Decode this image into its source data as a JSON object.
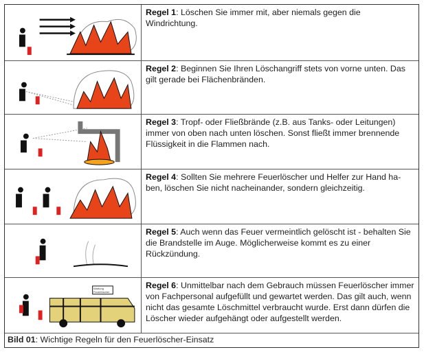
{
  "rules": [
    {
      "label": "Regel 1",
      "text": ": Löschen Sie immer mit, aber niemals gegen die Windrichtung."
    },
    {
      "label": "Regel 2",
      "text": ": Beginnen Sie Ihren Löschangriff stets von vorne unten. Das gilt gerade bei Flächenbränden."
    },
    {
      "label": "Regel 3",
      "text": ": Tropf- oder Fließbrände (z.B. aus Tanks- oder Leitungen) immer von oben nach unten löschen. Sonst fließt immer brennende Flüssigkeit in die Flammen nach."
    },
    {
      "label": "Regel 4",
      "text": ": Sollten Sie mehrere Feuerlöscher und Helfer zur Hand ha-ben, löschen Sie nicht nacheinander, sondern gleichzeitig."
    },
    {
      "label": "Regel 5",
      "text": ": Auch wenn das Feuer vermeintlich gelöscht ist - behalten Sie die Brandstelle im Auge. Möglicherweise kommt es zu einer Rückzündung."
    },
    {
      "label": "Regel 6",
      "text": ": Unmittelbar nach dem Gebrauch müssen Feuerlöscher immer von Fachpersonal  aufgefüllt und gewartet werden. Das gilt auch, wenn nicht das gesamte Löschmittel verbraucht wurde. Erst dann dürfen die Löscher wieder aufgehängt oder aufgestellt werden."
    }
  ],
  "truck_sign": "Wartung Feuerlöscher",
  "caption": {
    "label": "Bild 01",
    "text": ": Wichtige Regeln für den Feuerlöscher-Einsatz"
  },
  "colors": {
    "flame": "#e8441a",
    "flame_inner": "#f7a21b",
    "truck": "#e4d27a"
  }
}
